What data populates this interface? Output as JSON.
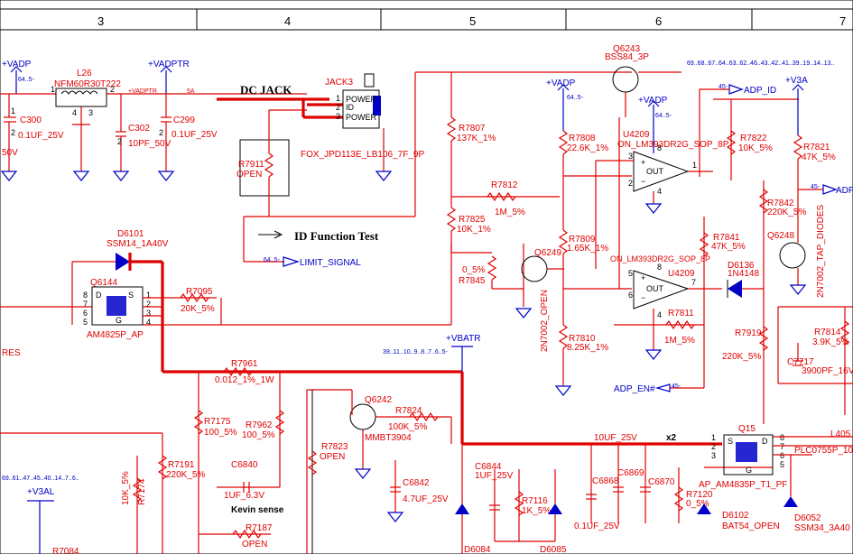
{
  "grid": {
    "columns": [
      "3",
      "4",
      "5",
      "6",
      "7"
    ]
  },
  "nets": {
    "vadp_left": "+VADP",
    "vadp_left_ref": "64..5-",
    "vadptr": "+VADPTR",
    "vadptr_small": "+VADPTR",
    "current": "5A",
    "vadp_mid": "+VADP",
    "vadp_mid_ref": "64..5-",
    "vadp_u": "+VADP",
    "vadp_u_ref": "64..5-",
    "v3a": "+V3A",
    "v3a_ref": "69..68..67..64..63..62..46..43..42..41..39..19..14..13..",
    "vbatr": "+VBATR",
    "vbatr_ref": "39..11..10..9..8..7..6..5-",
    "v3al": "+V3AL",
    "v3al_ref": "69..61..47..45..40..14..7..6..",
    "adp_id": "ADP_ID",
    "adp_id_ref": "45-",
    "adp_right": "ADP",
    "adp_right_ref": "45-",
    "limit_signal": "LIMIT_SIGNAL",
    "limit_ref": "64..5-",
    "adp_en": "ADP_EN#",
    "adp_en_ref": "45-",
    "res": "RES"
  },
  "notes": {
    "dc_jack": "DC JACK",
    "id_test": "ID Function Test",
    "kevin": "Kevin sense",
    "x2": "x2",
    "cap_10uf": "10UF_25V"
  },
  "parts": {
    "l26": {
      "ref": "L26",
      "value": "NFM60R30T222"
    },
    "c300": {
      "ref": "C300",
      "value": "0.1UF_25V",
      "extra": "50V"
    },
    "c302": {
      "ref": "C302",
      "value": "10PF_50V"
    },
    "c299": {
      "ref": "C299",
      "value": "0.1UF_25V"
    },
    "jack3": {
      "ref": "JACK3",
      "value": "FOX_JPD113E_LB106_7F_9P",
      "pin_power1": "POWER",
      "pin_id": "ID",
      "pin_power2": "POWER"
    },
    "r7911": {
      "ref": "R7911",
      "value": "OPEN"
    },
    "r7807": {
      "ref": "R7807",
      "value": "137K_1%"
    },
    "r7812": {
      "ref": "R7812",
      "value": "1M_5%"
    },
    "r7825": {
      "ref": "R7825",
      "value": "10K_1%"
    },
    "r7845": {
      "ref": "R7845",
      "value": "0_5%"
    },
    "q6249": {
      "ref": "Q6249",
      "value": "2N7002_OPEN"
    },
    "r7808": {
      "ref": "R7808",
      "value": "22.6K_1%"
    },
    "r7809": {
      "ref": "R7809",
      "value": "1.65K_1%"
    },
    "r7810": {
      "ref": "R7810",
      "value": "8.25K_1%"
    },
    "q6243": {
      "ref": "Q6243",
      "value": "BSS84_3P"
    },
    "u4209a": {
      "ref": "U4209",
      "value": "ON_LM393DR2G_SOP_8P"
    },
    "u4209b": {
      "ref": "U4209",
      "value": "ON_LM393DR2G_SOP_8P"
    },
    "r7822": {
      "ref": "R7822",
      "value": "10K_5%"
    },
    "r7821": {
      "ref": "R7821",
      "value": "47K_5%"
    },
    "r7842": {
      "ref": "R7842",
      "value": "220K_5%"
    },
    "q6248": {
      "ref": "Q6248",
      "value": "2N7002_TAP_DIODES"
    },
    "r7841": {
      "ref": "R7841",
      "value": "47K_5%"
    },
    "d6136": {
      "ref": "D6136",
      "value": "1N4148"
    },
    "r7811": {
      "ref": "R7811",
      "value": "1M_5%"
    },
    "r7919": {
      "ref": "R7919",
      "value": "220K_5%"
    },
    "r7814": {
      "ref": "R7814",
      "value": "3.9K_5%"
    },
    "c7717": {
      "ref": "C7717",
      "value": "3900PF_16V"
    },
    "d6101": {
      "ref": "D6101",
      "value": "SSM14_1A40V"
    },
    "q6144": {
      "ref": "Q6144",
      "value": "AM4825P_AP"
    },
    "r7095": {
      "ref": "R7095",
      "value": "20K_5%"
    },
    "r7961": {
      "ref": "R7961",
      "value": "0.012_1%_1W"
    },
    "r7175": {
      "ref": "R7175",
      "value": "100_5%"
    },
    "r7962": {
      "ref": "R7962",
      "value": "100_5%"
    },
    "r7191": {
      "ref": "R7191",
      "value": "220K_5%"
    },
    "r7174": {
      "ref": "R7174",
      "value": "10K_5%"
    },
    "c6840": {
      "ref": "C6840",
      "value": "1UF_6.3V"
    },
    "r7187": {
      "ref": "R7187",
      "value": "OPEN"
    },
    "r7823": {
      "ref": "R7823",
      "value": "OPEN"
    },
    "q6242": {
      "ref": "Q6242",
      "value": "MMBT3904"
    },
    "r7824": {
      "ref": "R7824",
      "value": "100K_5%"
    },
    "c6842": {
      "ref": "C6842",
      "value": "4.7UF_25V"
    },
    "c6844": {
      "ref": "C6844",
      "value": "1UF_25V"
    },
    "r7116": {
      "ref": "R7116",
      "value": "1K_5%"
    },
    "d6084": {
      "ref": "D6084"
    },
    "d6085": {
      "ref": "D6085"
    },
    "c6868": {
      "ref": "C6868"
    },
    "c6869": {
      "ref": "C6869"
    },
    "c6870": {
      "ref": "C6870"
    },
    "cap_bank": {
      "value": "0.1UF_25V"
    },
    "r7120": {
      "ref": "R7120",
      "value": "0_5%"
    },
    "d6102": {
      "ref": "D6102",
      "value": "BAT54_OPEN"
    },
    "q15": {
      "ref": "Q15",
      "value": "AP_AM4835P_T1_PF"
    },
    "l405": {
      "ref": "L405",
      "value": "PLC0755P_10"
    },
    "d6052": {
      "ref": "D6052",
      "value": "SSM34_3A40"
    },
    "r7084": {
      "ref": "R7084"
    }
  }
}
